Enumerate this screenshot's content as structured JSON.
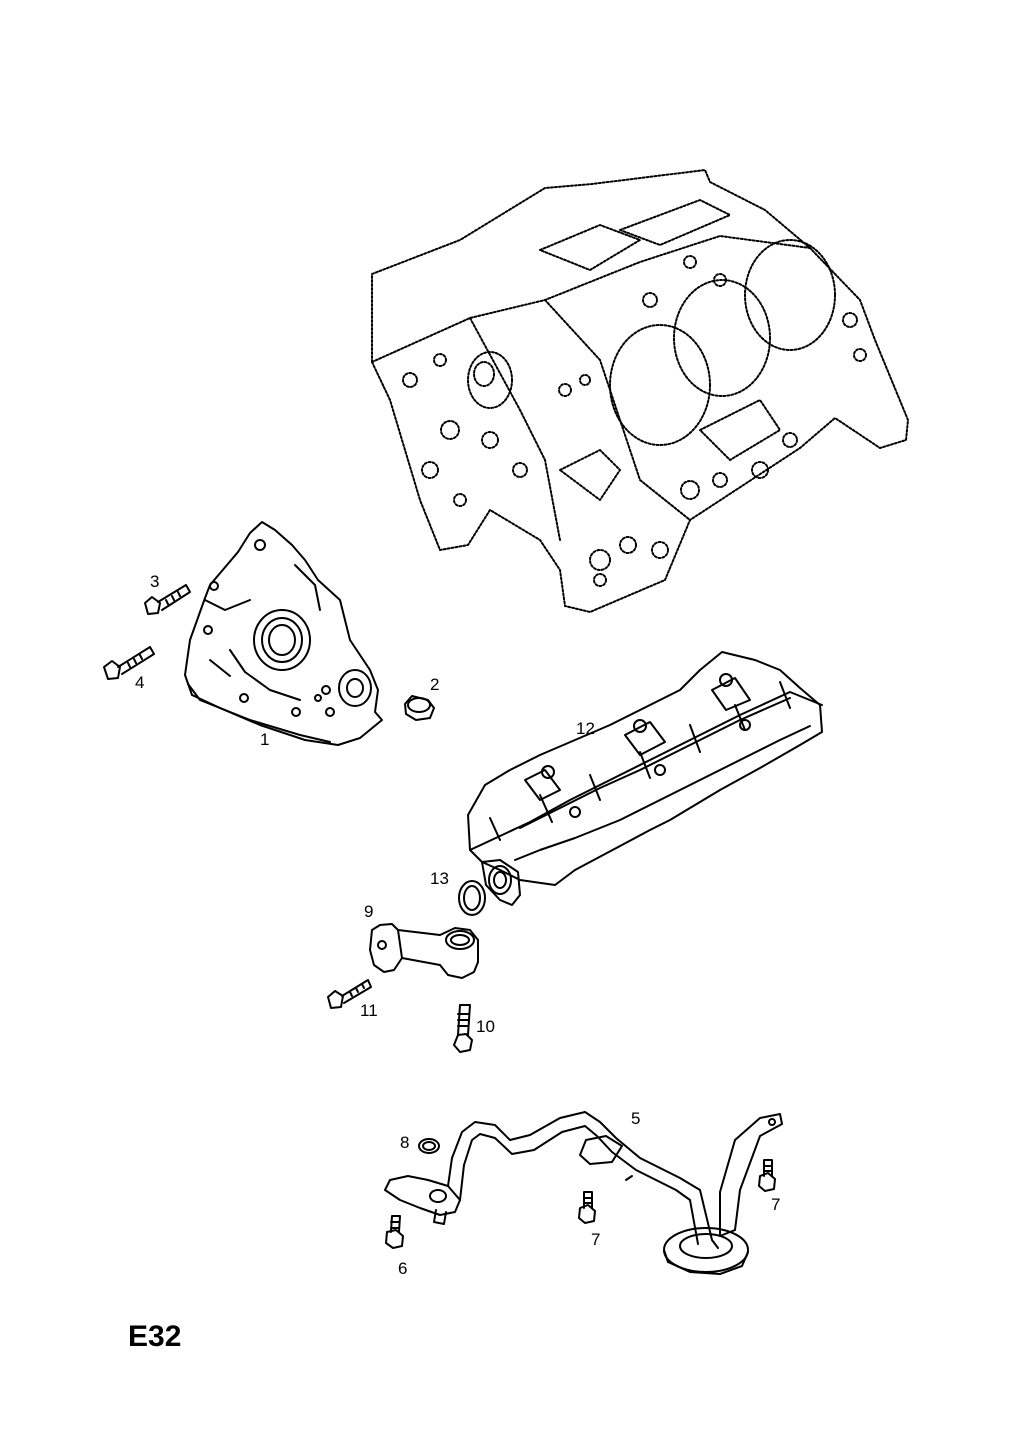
{
  "page_code": "E32",
  "callouts": [
    {
      "id": "1",
      "label": "1"
    },
    {
      "id": "2",
      "label": "2"
    },
    {
      "id": "3",
      "label": "3"
    },
    {
      "id": "4",
      "label": "4"
    },
    {
      "id": "5",
      "label": "5"
    },
    {
      "id": "6",
      "label": "6"
    },
    {
      "id": "7a",
      "label": "7"
    },
    {
      "id": "7b",
      "label": "7"
    },
    {
      "id": "8",
      "label": "8"
    },
    {
      "id": "9",
      "label": "9"
    },
    {
      "id": "10",
      "label": "10"
    },
    {
      "id": "11",
      "label": "11"
    },
    {
      "id": "12",
      "label": "12"
    },
    {
      "id": "13",
      "label": "13"
    }
  ],
  "parts": [
    {
      "name": "engine-block"
    },
    {
      "name": "oil-pump"
    },
    {
      "name": "plug"
    },
    {
      "name": "bolt"
    },
    {
      "name": "oil-pickup-pipe"
    },
    {
      "name": "bearing-bridge"
    },
    {
      "name": "seal-ring"
    },
    {
      "name": "pipe-connector"
    }
  ]
}
